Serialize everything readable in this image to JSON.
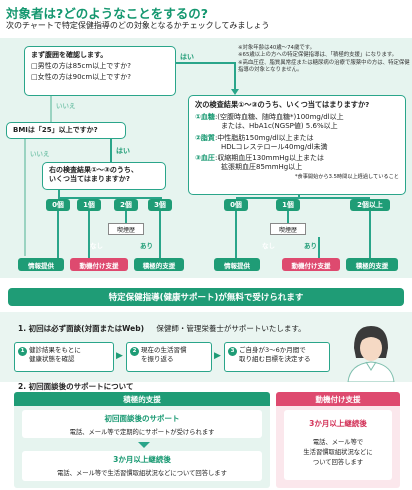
{
  "title": "対象者は?どのようなことをするの?",
  "subtitle": "次のチャートで特定保健指導のどの対象となるかチェックしてみましょう",
  "q1": {
    "line1": "まず腹囲を確認します。",
    "line2": "□男性の方は85cm以上ですか?",
    "line3": "□女性の方は90cm以上ですか?"
  },
  "yes": "はい",
  "no": "いいえ",
  "notes": {
    "n1": "※対象年齢は40歳〜74歳です。",
    "n2": "※65歳以上の方への特定保健指導は、「積極的支援」になります。",
    "n3": "※高血圧症、脂質異常症または糖尿病の治療で服薬中の方は、特定保健指導の対象となりません。"
  },
  "q2": "BMIは「25」以上ですか?",
  "q3": {
    "line1": "右の検査結果①〜③のうち、",
    "line2": "いくつ当てはまりますか?"
  },
  "q4": {
    "heading": "次の検査結果①〜③のうち、いくつ当てはまりますか?",
    "c1_label": "①血糖",
    "c1_line1": ":(空腹時血糖、随時血糖*)100mg/dl以上",
    "c1_line2": "または、HbA1c(NGSP値) 5.6%以上",
    "c2_label": "②脂質",
    "c2_line1": ":中性脂肪150mg/dl以上または",
    "c2_line2": "HDLコレステロール40mg/dl未満",
    "c3_label": "③血圧",
    "c3_line1": ":収縮期血圧130mmHg以上または",
    "c3_line2": "拡張期血圧85mmHg以上",
    "footnote": "*食事開始から3.5時間以上経過していること"
  },
  "counts_left": [
    "0個",
    "1個",
    "2個",
    "3個"
  ],
  "counts_right": [
    "0個",
    "1個",
    "2個以上"
  ],
  "smoking": "喫煙歴",
  "nashi": "なし",
  "ari": "あり",
  "results": {
    "info": "情報提供",
    "motivation": "動機付け支援",
    "active": "積極的支援"
  },
  "banner": "特定保健指導(健康サポート)が無料で受けられます",
  "section1": {
    "heading": "1. 初回は必ず面談(対面またはWeb)",
    "heading_sub": "保健師・管理栄養士がサポートいたします。",
    "s1_line1": "健診結果をもとに",
    "s1_line2": "健康状態を確認",
    "s2_line1": "現在の生活習慣",
    "s2_line2": "を振り返る",
    "s3_line1": "ご自身が3〜6か月間で",
    "s3_line2": "取り組む目標を決定する"
  },
  "section2": {
    "heading": "2. 初回面談後のサポートについて",
    "active_header": "積極的支援",
    "active_sub1_title": "初回面談後のサポート",
    "active_sub1_text": "電話、メール等で定期的にサポートが受けられます",
    "active_sub2_title": "3か月以上継続後",
    "active_sub2_text": "電話、メール等で生活習慣取組状況などについて回答します",
    "motivation_header": "動機付け支援",
    "motivation_sub_title": "3か月以上継続後",
    "motivation_sub_text1": "電話、メール等で",
    "motivation_sub_text2": "生活習慣取組状況などに",
    "motivation_sub_text3": "ついて回答します"
  }
}
